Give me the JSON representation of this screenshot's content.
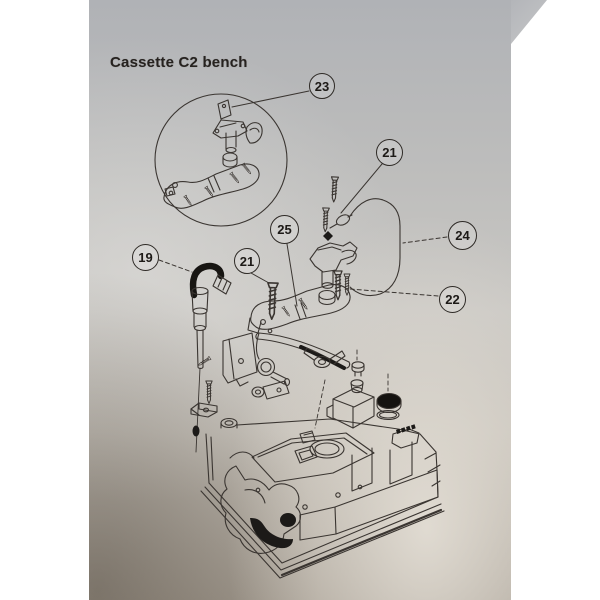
{
  "document": {
    "title": "Cassette C2 bench"
  },
  "callouts": [
    {
      "id": "23",
      "label": "23"
    },
    {
      "id": "21-top",
      "label": "21"
    },
    {
      "id": "25",
      "label": "25"
    },
    {
      "id": "24",
      "label": "24"
    },
    {
      "id": "19",
      "label": "19"
    },
    {
      "id": "21-lower",
      "label": "21"
    },
    {
      "id": "22",
      "label": "22"
    }
  ],
  "colors": {
    "paper_gray": "#b8b7b5",
    "ink": "#3a3531",
    "shadow_brown": "#8f887e",
    "highlight_beige": "#d8d4cd"
  }
}
